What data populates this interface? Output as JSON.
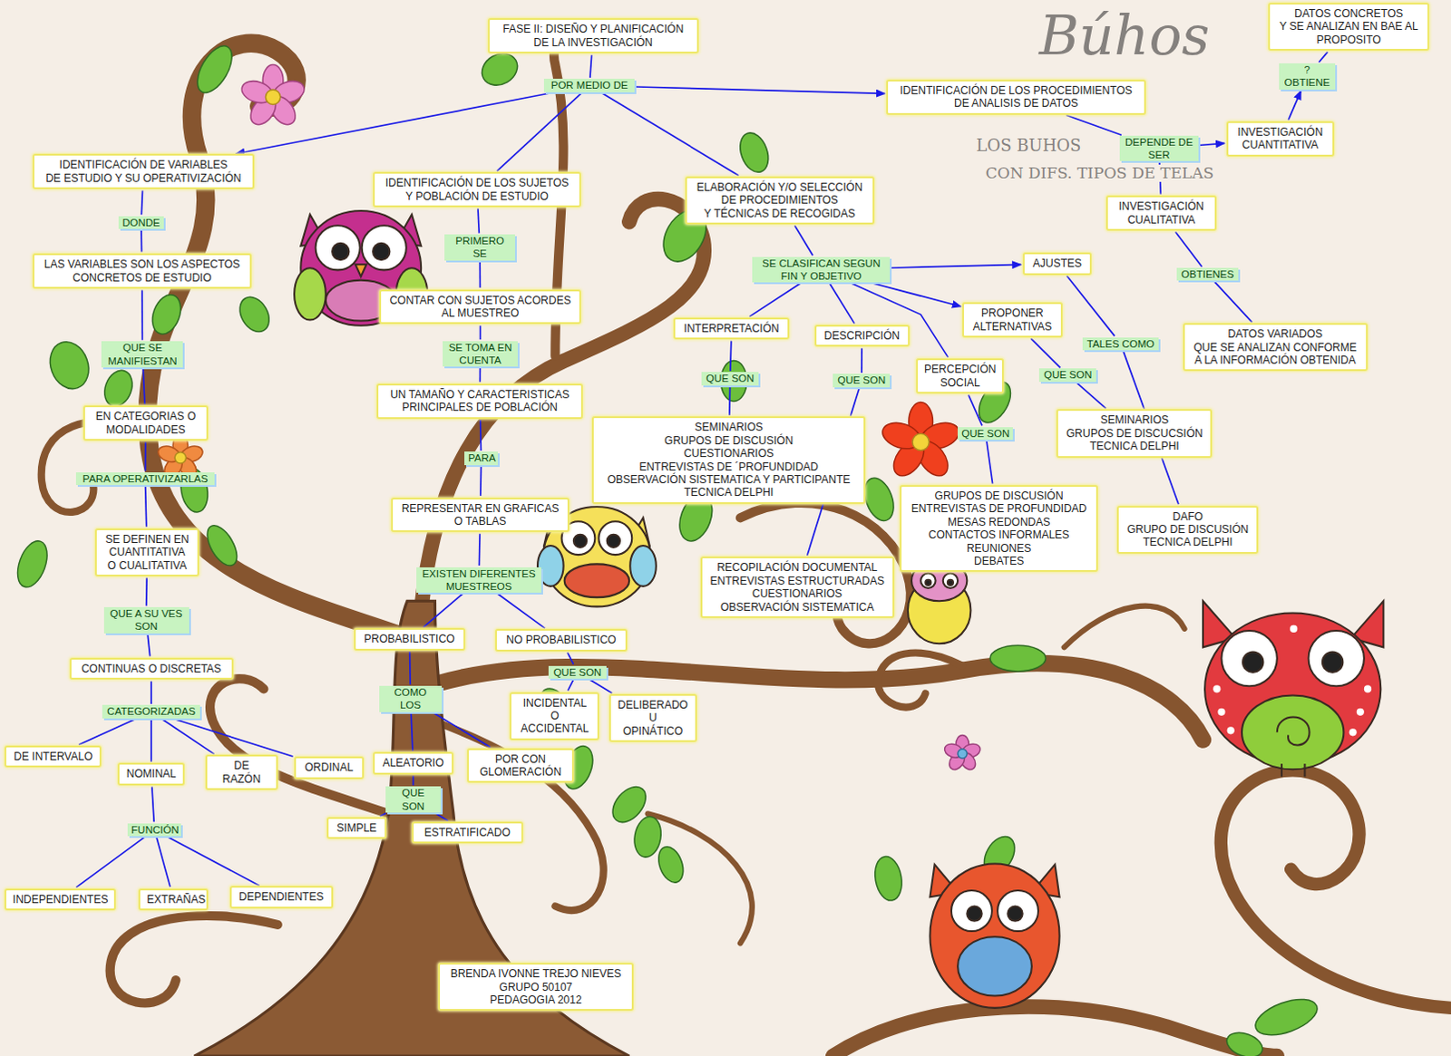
{
  "diagram": {
    "nodes": [
      {
        "text": [
          "FASE II: DISEÑO Y PLANIFICACIÓN DE LA INVESTIGACIÓN"
        ]
      },
      {
        "text": [
          "POR MEDIO DE"
        ]
      },
      {
        "text": [
          "IDENTIFICACIÓN DE LOS PROCEDIMIENTOS DE ANALISIS DE DATOS"
        ]
      },
      {
        "text": [
          "DATOS CONCRETOS Y SE ANALIZAN EN BAE AL PROPOSITO"
        ]
      },
      {
        "text": [
          "?OBTIENE"
        ]
      },
      {
        "text": [
          "INVESTIGACIÓN CUANTITATIVA"
        ]
      },
      {
        "text": [
          "DEPENDE DE SER"
        ]
      },
      {
        "text": [
          "INVESTIGACIÓN CUALITATIVA"
        ]
      },
      {
        "text": [
          "OBTIENES"
        ]
      },
      {
        "text": [
          "DATOS VARIADOS QUE SE ANALIZAN CONFORME A LA INFORMACIÓN OBTENIDA"
        ]
      },
      {
        "text": [
          "IDENTIFICACIÓN DE VARIABLES DE ESTUDIO Y SU OPERATIVIZACIÓN"
        ]
      },
      {
        "text": [
          "DONDE"
        ]
      },
      {
        "text": [
          "LAS VARIABLES SON LOS ASPECTOS CONCRETOS DE ESTUDIO"
        ]
      },
      {
        "text": [
          "QUE SE MANIFIESTAN"
        ]
      },
      {
        "text": [
          "EN CATEGORIAS O MODALIDADES"
        ]
      },
      {
        "text": [
          "PARA OPERATIVIZARLAS"
        ]
      },
      {
        "text": [
          "SE DEFINEN EN CUANTITATIVA O CUALITATIVA"
        ]
      },
      {
        "text": [
          "QUE A SU VES SON"
        ]
      },
      {
        "text": [
          "CONTINUAS O DISCRETAS"
        ]
      },
      {
        "text": [
          "CATEGORIZADAS"
        ]
      },
      {
        "text": [
          "DE INTERVALO"
        ]
      },
      {
        "text": [
          "NOMINAL"
        ]
      },
      {
        "text": [
          "DE RAZÓN"
        ]
      },
      {
        "text": [
          "ORDINAL"
        ]
      },
      {
        "text": [
          "FUNCIÓN"
        ]
      },
      {
        "text": [
          "INDEPENDIENTES"
        ]
      },
      {
        "text": [
          "EXTRAÑAS"
        ]
      },
      {
        "text": [
          "DEPENDIENTES"
        ]
      },
      {
        "text": [
          "IDENTIFICACIÓN DE LOS SUJETOS Y POBLACIÓN DE ESTUDIO"
        ]
      },
      {
        "text": [
          "PRIMERO SE"
        ]
      },
      {
        "text": [
          "CONTAR CON SUJETOS ACORDES AL MUESTREO"
        ]
      },
      {
        "text": [
          "SE TOMA EN CUENTA"
        ]
      },
      {
        "text": [
          "UN TAMAÑO Y CARACTERISTICAS PRINCIPALES DE POBLACIÓN"
        ]
      },
      {
        "text": [
          "PARA"
        ]
      },
      {
        "text": [
          "REPRESENTAR EN GRAFICAS O TABLAS"
        ]
      },
      {
        "text": [
          "EXISTEN DIFERENTES MUESTREOS"
        ]
      },
      {
        "text": [
          "PROBABILISTICO"
        ]
      },
      {
        "text": [
          "NO PROBABILISTICO"
        ]
      },
      {
        "text": [
          "COMO LOS"
        ]
      },
      {
        "text": [
          "QUE SON"
        ]
      },
      {
        "text": [
          "INCIDENTAL O ACCIDENTAL"
        ]
      },
      {
        "text": [
          "DELIBERADO U OPINÁTICO"
        ]
      },
      {
        "text": [
          "ALEATORIO"
        ]
      },
      {
        "text": [
          "POR CON GLOMERACIÓN"
        ]
      },
      {
        "text": [
          "QUE SON"
        ]
      },
      {
        "text": [
          "SIMPLE"
        ]
      },
      {
        "text": [
          "ESTRATIFICADO"
        ]
      },
      {
        "text": [
          "ELABORACIÓN Y/O SELECCIÓN DE PROCEDIMIENTOS Y TÉCNICAS DE RECOGIDAS"
        ]
      },
      {
        "text": [
          "SE CLASIFICAN SEGUN FIN Y OBJETIVO"
        ]
      },
      {
        "text": [
          "AJUSTES"
        ]
      },
      {
        "text": [
          "INTERPRETACIÓN"
        ]
      },
      {
        "text": [
          "DESCRIPCIÓN"
        ]
      },
      {
        "text": [
          "PROPONER ALTERNATIVAS"
        ]
      },
      {
        "text": [
          "PERCEPCIÓN SOCIAL"
        ]
      },
      {
        "text": [
          "QUE SON"
        ]
      },
      {
        "text": [
          "QUE SON"
        ]
      },
      {
        "text": [
          "QUE SON"
        ]
      },
      {
        "text": [
          "QUE SON"
        ]
      },
      {
        "text": [
          "TALES COMO"
        ]
      },
      {
        "text": [
          "SEMINARIOS GRUPOS DE DISCUSIÓN CUESTIONARIOS ENTREVISTAS DE ´PROFUNDIDAD OBSERVACIÓN SISTEMATICA Y PARTICIPANTE TECNICA DELPHI"
        ]
      },
      {
        "text": [
          "GRUPOS DE DISCUSIÓN ENTREVISTAS DE PROFUNDIDAD MESAS REDONDAS CONTACTOS INFORMALES REUNIONES DEBATES"
        ]
      },
      {
        "text": [
          "SEMINARIOS GRUPOS DE DISCUCSIÓN TECNICA DELPHI"
        ]
      },
      {
        "text": [
          "DAFO GRUPO DE DISCUSIÓN TECNICA DELPHI"
        ]
      },
      {
        "text": [
          "RECOPILACIÓN DOCUMENTAL ENTREVISTAS ESTRUCTURADAS CUESTIONARIOS OBSERVACIÓN SISTEMATICA"
        ]
      },
      {
        "text": [
          "BRENDA IVONNE TREJO NIEVES GRUPO 50107 PEDAGOGIA 2012"
        ]
      }
    ],
    "edges": [
      {
        "from": 0,
        "to": 1,
        "arrow": "none"
      },
      {
        "from": 1,
        "to": 2,
        "arrow": "to"
      },
      {
        "from": 1,
        "to": 10,
        "arrow": "to"
      },
      {
        "from": 1,
        "to": 28,
        "arrow": "none"
      },
      {
        "from": 1,
        "to": 47,
        "arrow": "none"
      },
      {
        "from": 2,
        "to": 6,
        "arrow": "none"
      },
      {
        "from": 6,
        "to": 5,
        "arrow": "to"
      },
      {
        "from": 5,
        "to": 4,
        "arrow": "to"
      },
      {
        "from": 4,
        "to": 3,
        "arrow": "none"
      },
      {
        "from": 6,
        "to": 7,
        "arrow": "none"
      },
      {
        "from": 7,
        "to": 8,
        "arrow": "none"
      },
      {
        "from": 8,
        "to": 9,
        "arrow": "none"
      },
      {
        "from": 10,
        "to": 11,
        "arrow": "none"
      },
      {
        "from": 11,
        "to": 12,
        "arrow": "none"
      },
      {
        "from": 12,
        "to": 13,
        "arrow": "none"
      },
      {
        "from": 13,
        "to": 14,
        "arrow": "none"
      },
      {
        "from": 14,
        "to": 15,
        "arrow": "none"
      },
      {
        "from": 15,
        "to": 16,
        "arrow": "none"
      },
      {
        "from": 16,
        "to": 17,
        "arrow": "none"
      },
      {
        "from": 17,
        "to": 18,
        "arrow": "none"
      },
      {
        "from": 18,
        "to": 19,
        "arrow": "none"
      },
      {
        "from": 19,
        "to": 20,
        "arrow": "none"
      },
      {
        "from": 19,
        "to": 21,
        "arrow": "none"
      },
      {
        "from": 19,
        "to": 22,
        "arrow": "none"
      },
      {
        "from": 19,
        "to": 23,
        "arrow": "none"
      },
      {
        "from": 21,
        "to": 24,
        "arrow": "none"
      },
      {
        "from": 24,
        "to": 25,
        "arrow": "none"
      },
      {
        "from": 24,
        "to": 26,
        "arrow": "none"
      },
      {
        "from": 24,
        "to": 27,
        "arrow": "none"
      },
      {
        "from": 28,
        "to": 29,
        "arrow": "none"
      },
      {
        "from": 29,
        "to": 30,
        "arrow": "none"
      },
      {
        "from": 30,
        "to": 31,
        "arrow": "none"
      },
      {
        "from": 31,
        "to": 32,
        "arrow": "none"
      },
      {
        "from": 32,
        "to": 33,
        "arrow": "none"
      },
      {
        "from": 33,
        "to": 34,
        "arrow": "none"
      },
      {
        "from": 34,
        "to": 35,
        "arrow": "none"
      },
      {
        "from": 35,
        "to": 36,
        "arrow": "none"
      },
      {
        "from": 35,
        "to": 37,
        "arrow": "none"
      },
      {
        "from": 36,
        "to": 38,
        "arrow": "none"
      },
      {
        "from": 38,
        "to": 42,
        "arrow": "none"
      },
      {
        "from": 38,
        "to": 43,
        "arrow": "none"
      },
      {
        "from": 42,
        "to": 44,
        "arrow": "none"
      },
      {
        "from": 44,
        "to": 45,
        "arrow": "none"
      },
      {
        "from": 44,
        "to": 46,
        "arrow": "none"
      },
      {
        "from": 37,
        "to": 39,
        "arrow": "none"
      },
      {
        "from": 39,
        "to": 40,
        "arrow": "none"
      },
      {
        "from": 39,
        "to": 41,
        "arrow": "none"
      },
      {
        "from": 47,
        "to": 48,
        "arrow": "none"
      },
      {
        "from": 48,
        "to": 49,
        "arrow": "to"
      },
      {
        "from": 48,
        "to": 50,
        "arrow": "none"
      },
      {
        "from": 48,
        "to": 51,
        "arrow": "none"
      },
      {
        "from": 48,
        "to": 52,
        "arrow": "to"
      },
      {
        "from": 48,
        "to": 53,
        "arrow": "none"
      },
      {
        "from": 50,
        "to": 54,
        "arrow": "none"
      },
      {
        "from": 54,
        "to": 59,
        "arrow": "none"
      },
      {
        "from": 51,
        "to": 55,
        "arrow": "none"
      },
      {
        "from": 55,
        "to": 63,
        "arrow": "none"
      },
      {
        "from": 53,
        "to": 56,
        "arrow": "none"
      },
      {
        "from": 56,
        "to": 60,
        "arrow": "none"
      },
      {
        "from": 52,
        "to": 57,
        "arrow": "none"
      },
      {
        "from": 57,
        "to": 61,
        "arrow": "none"
      },
      {
        "from": 49,
        "to": 58,
        "arrow": "none"
      },
      {
        "from": 58,
        "to": 62,
        "arrow": "none"
      }
    ],
    "labels": [
      "Búhos",
      "LOS BUHOS",
      "CON DIFS. TIPOS DE TELAS"
    ]
  }
}
